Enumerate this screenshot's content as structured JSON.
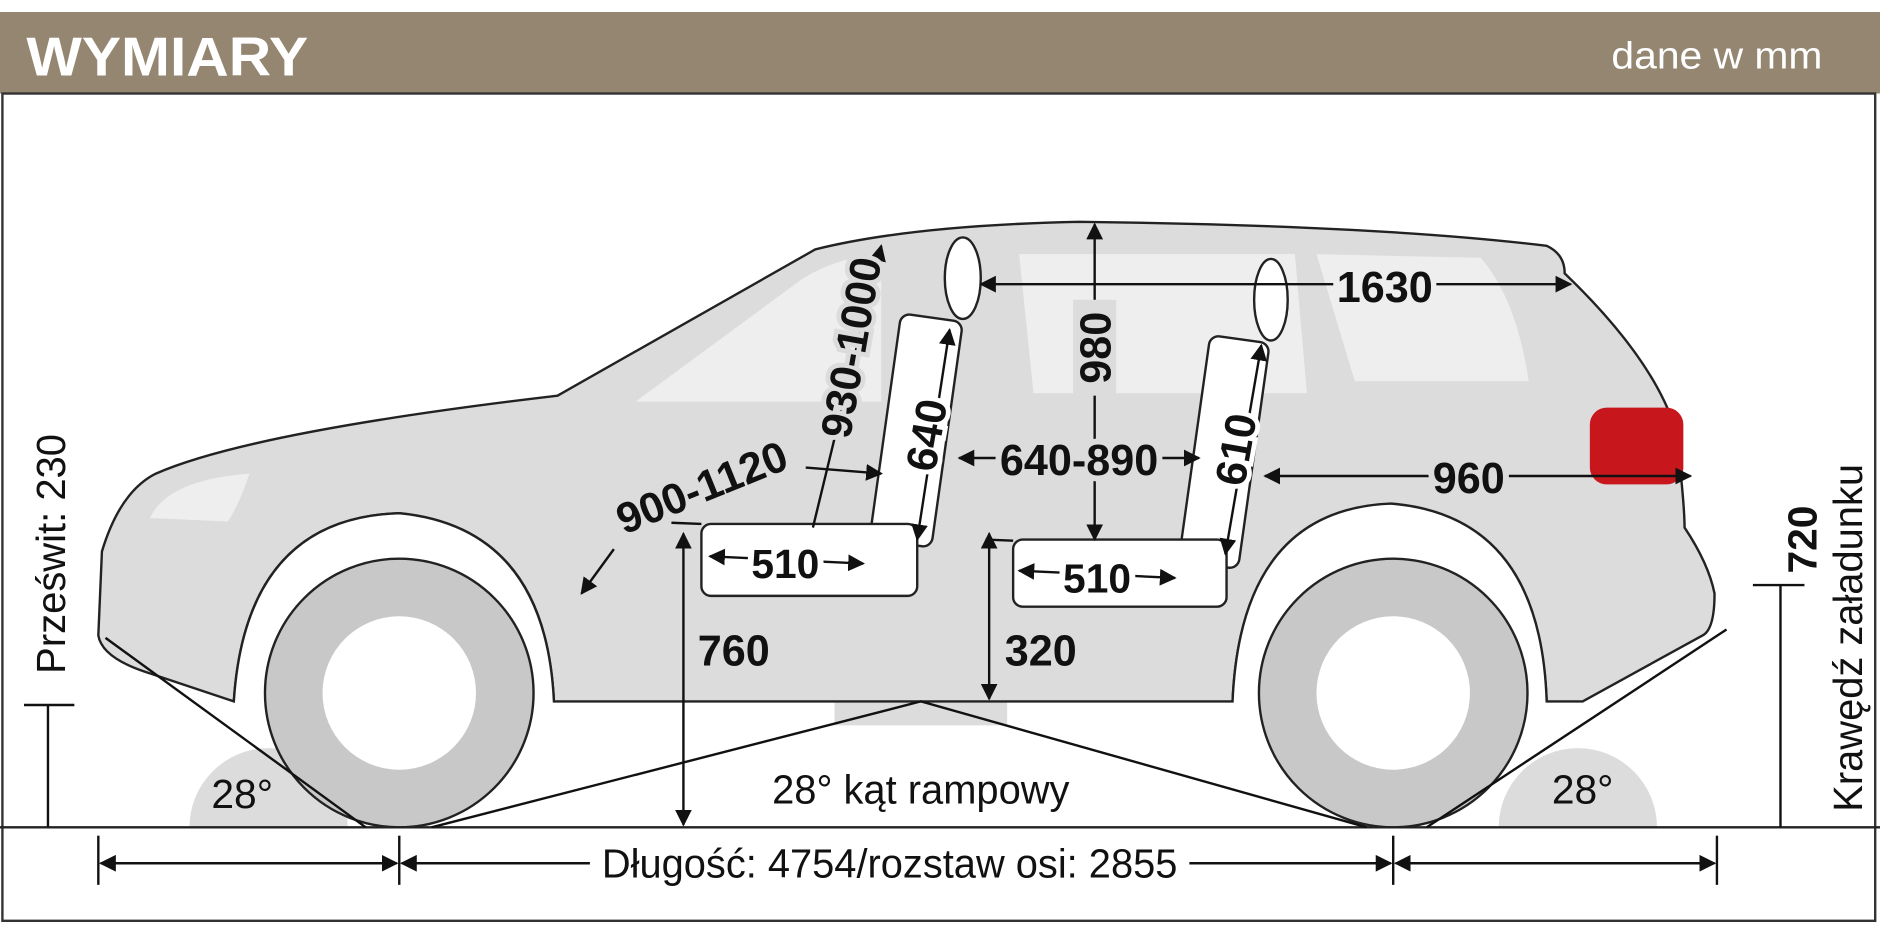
{
  "header": {
    "title": "WYMIARY",
    "unit_note": "dane w mm",
    "band_color": "#948670"
  },
  "colors": {
    "body": "#dcdcdd",
    "window": "#eeeeee",
    "tire": "#c8c8c8",
    "tail_light": "#c8161d"
  },
  "dimensions": {
    "roof_length": "1630",
    "interior_height": "980",
    "front_headroom": "930-1000",
    "front_backrest": "640",
    "rear_backrest": "610",
    "rear_legroom": "640-890",
    "cargo_length": "960",
    "front_legroom": "900-1120",
    "front_cushion": "510",
    "rear_cushion": "510",
    "front_seat_height": "760",
    "rear_seat_height": "320",
    "loading_edge_value": "720",
    "loading_edge_label": "Krawędź załadunku",
    "ground_clearance": "Prześwit: 230",
    "breakover_angle": "28° kąt rampowy",
    "approach_angle": "28°",
    "departure_angle": "28°",
    "length_wheelbase": "Długość: 4754/rozstaw osi: 2855"
  }
}
